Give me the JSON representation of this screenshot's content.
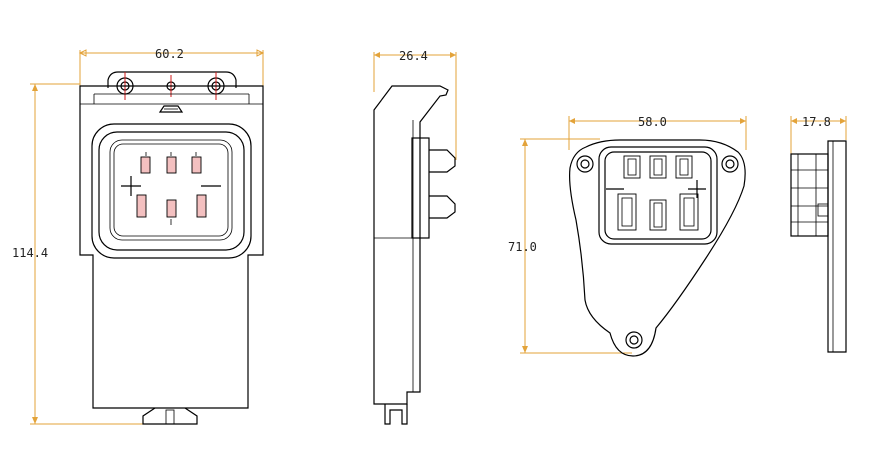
{
  "dimensions": {
    "front_width": "60.2",
    "front_height": "114.4",
    "side_depth": "26.4",
    "rear_width": "58.0",
    "rear_height": "71.0",
    "rear_side_depth": "17.8"
  },
  "colors": {
    "dimension_lines": "#e3a33a",
    "centerlines": "#d01818",
    "outline": "#000000",
    "pin_fill": "#f3c0c0"
  }
}
